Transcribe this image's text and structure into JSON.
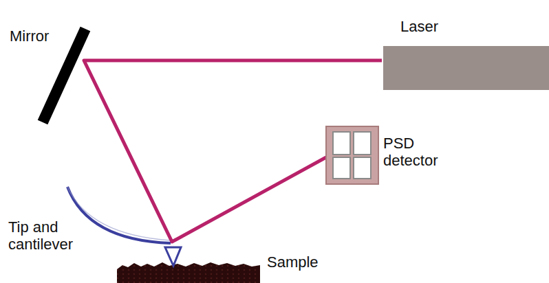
{
  "diagram": {
    "labels": [
      "Mirror",
      "Laser",
      "PSD detector",
      "Tip and cantilever",
      "Sample"
    ]
  }
}
